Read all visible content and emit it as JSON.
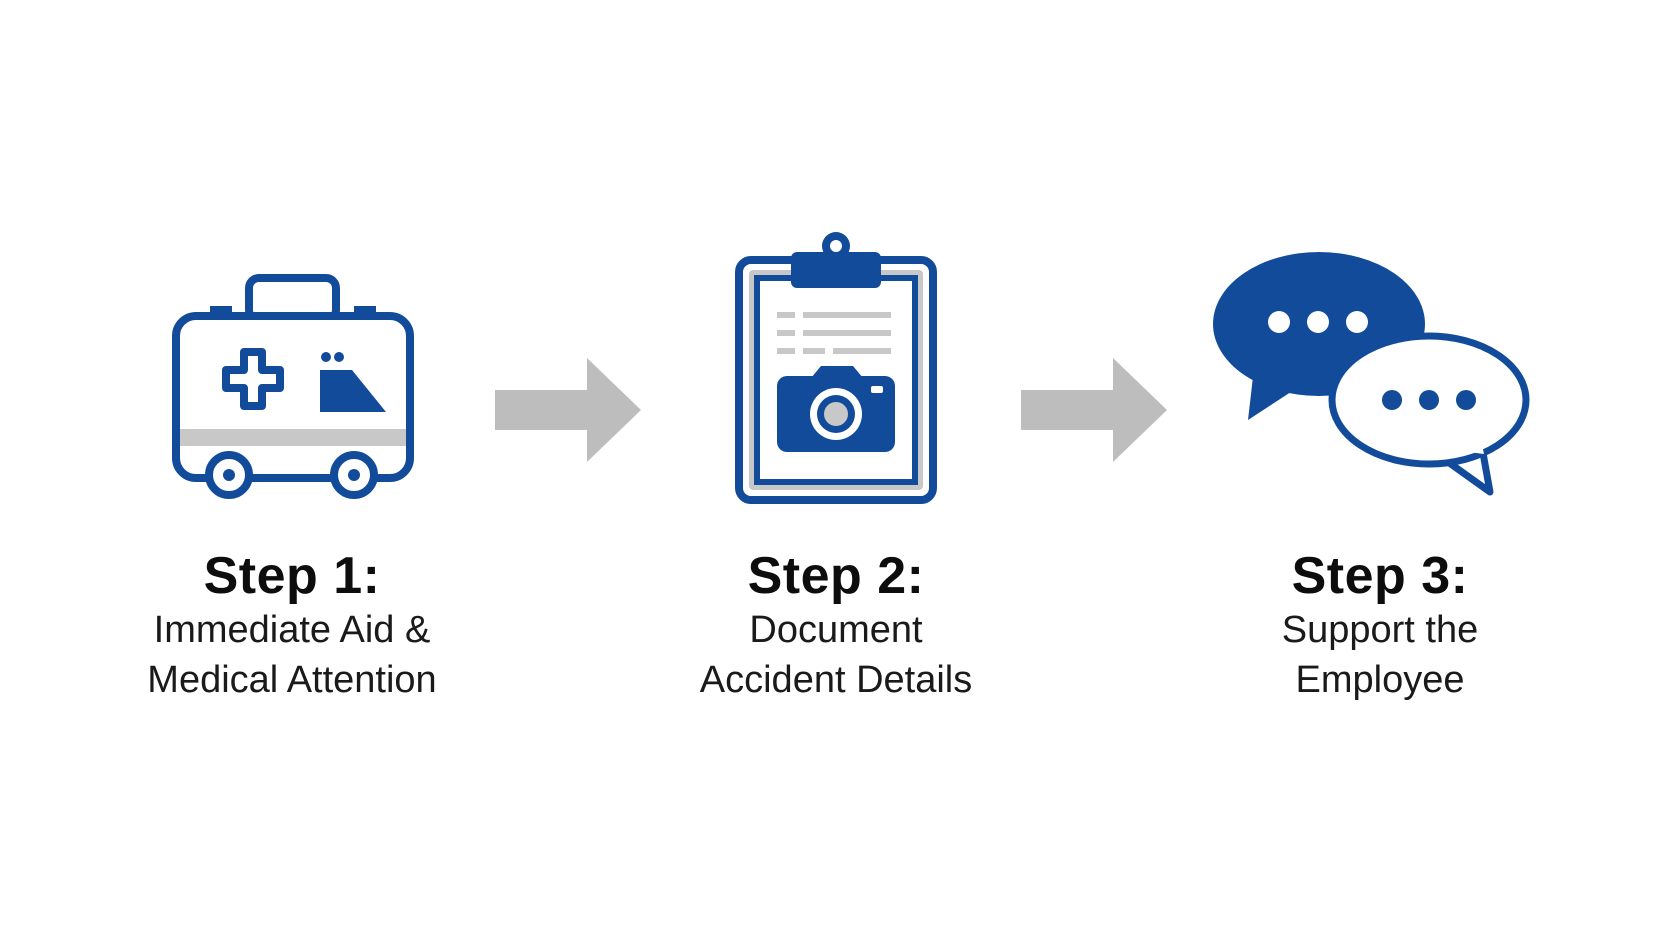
{
  "colors": {
    "primary_blue": "#134b9b",
    "arrow_gray": "#bdbdbd",
    "light_gray": "#c8c8c8",
    "text": "#111111"
  },
  "steps": [
    {
      "icon": "ambulance-first-aid-icon",
      "title": "Step 1:",
      "desc_line1": "Immediate Aid &",
      "desc_line2": "Medical Attention"
    },
    {
      "icon": "clipboard-camera-icon",
      "title": "Step 2:",
      "desc_line1": "Document",
      "desc_line2": "Accident Details"
    },
    {
      "icon": "chat-bubbles-icon",
      "title": "Step 3:",
      "desc_line1": "Support the",
      "desc_line2": "Employee"
    }
  ],
  "connectors": [
    "right-arrow-icon",
    "right-arrow-icon"
  ]
}
